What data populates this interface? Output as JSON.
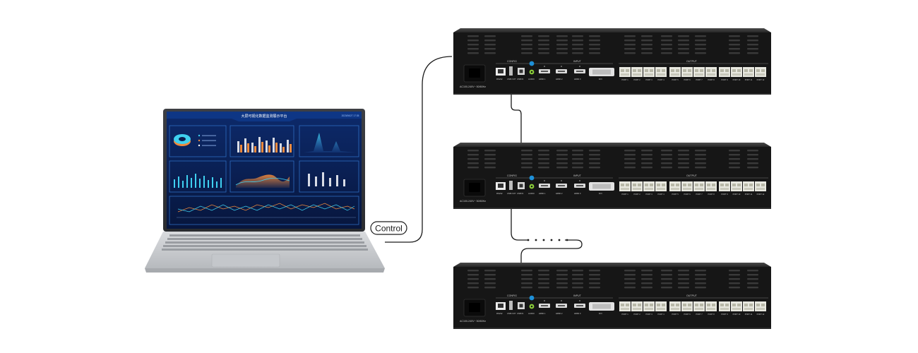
{
  "connection_label": "Control",
  "controller_labels": {
    "config": "CONFIG",
    "input": "INPUT",
    "output": "OUTPUT",
    "power": "AC100-240V~ 50/60Hz",
    "rs232": "RS232",
    "usb_out": "USB OUT",
    "usb_in": "USB IN",
    "audio": "AUDIO",
    "in_hdmi": [
      "HDMI 1",
      "HDMI 2",
      "HDMI 3"
    ],
    "dvi": "DVI",
    "ports": [
      "PORT 1",
      "PORT 2",
      "PORT 3",
      "PORT 4",
      "PORT 5",
      "PORT 6",
      "PORT 7",
      "PORT 8",
      "PORT 9",
      "PORT 10",
      "PORT 11",
      "PORT 12"
    ]
  },
  "screen": {
    "title": "大屏可视化数据监测展示平台",
    "time": "2023/06/27 17:35"
  },
  "colors": {
    "device_body": "#161616",
    "device_top": "#3a3a3a",
    "screen_bg": "#0a1e4e",
    "panel_border": "#2d6cc0",
    "accent_orange": "#f08a3c",
    "accent_cyan": "#3fd0f0",
    "cable": "#1a1a1a",
    "laptop_silver": "#cfd1d4"
  }
}
